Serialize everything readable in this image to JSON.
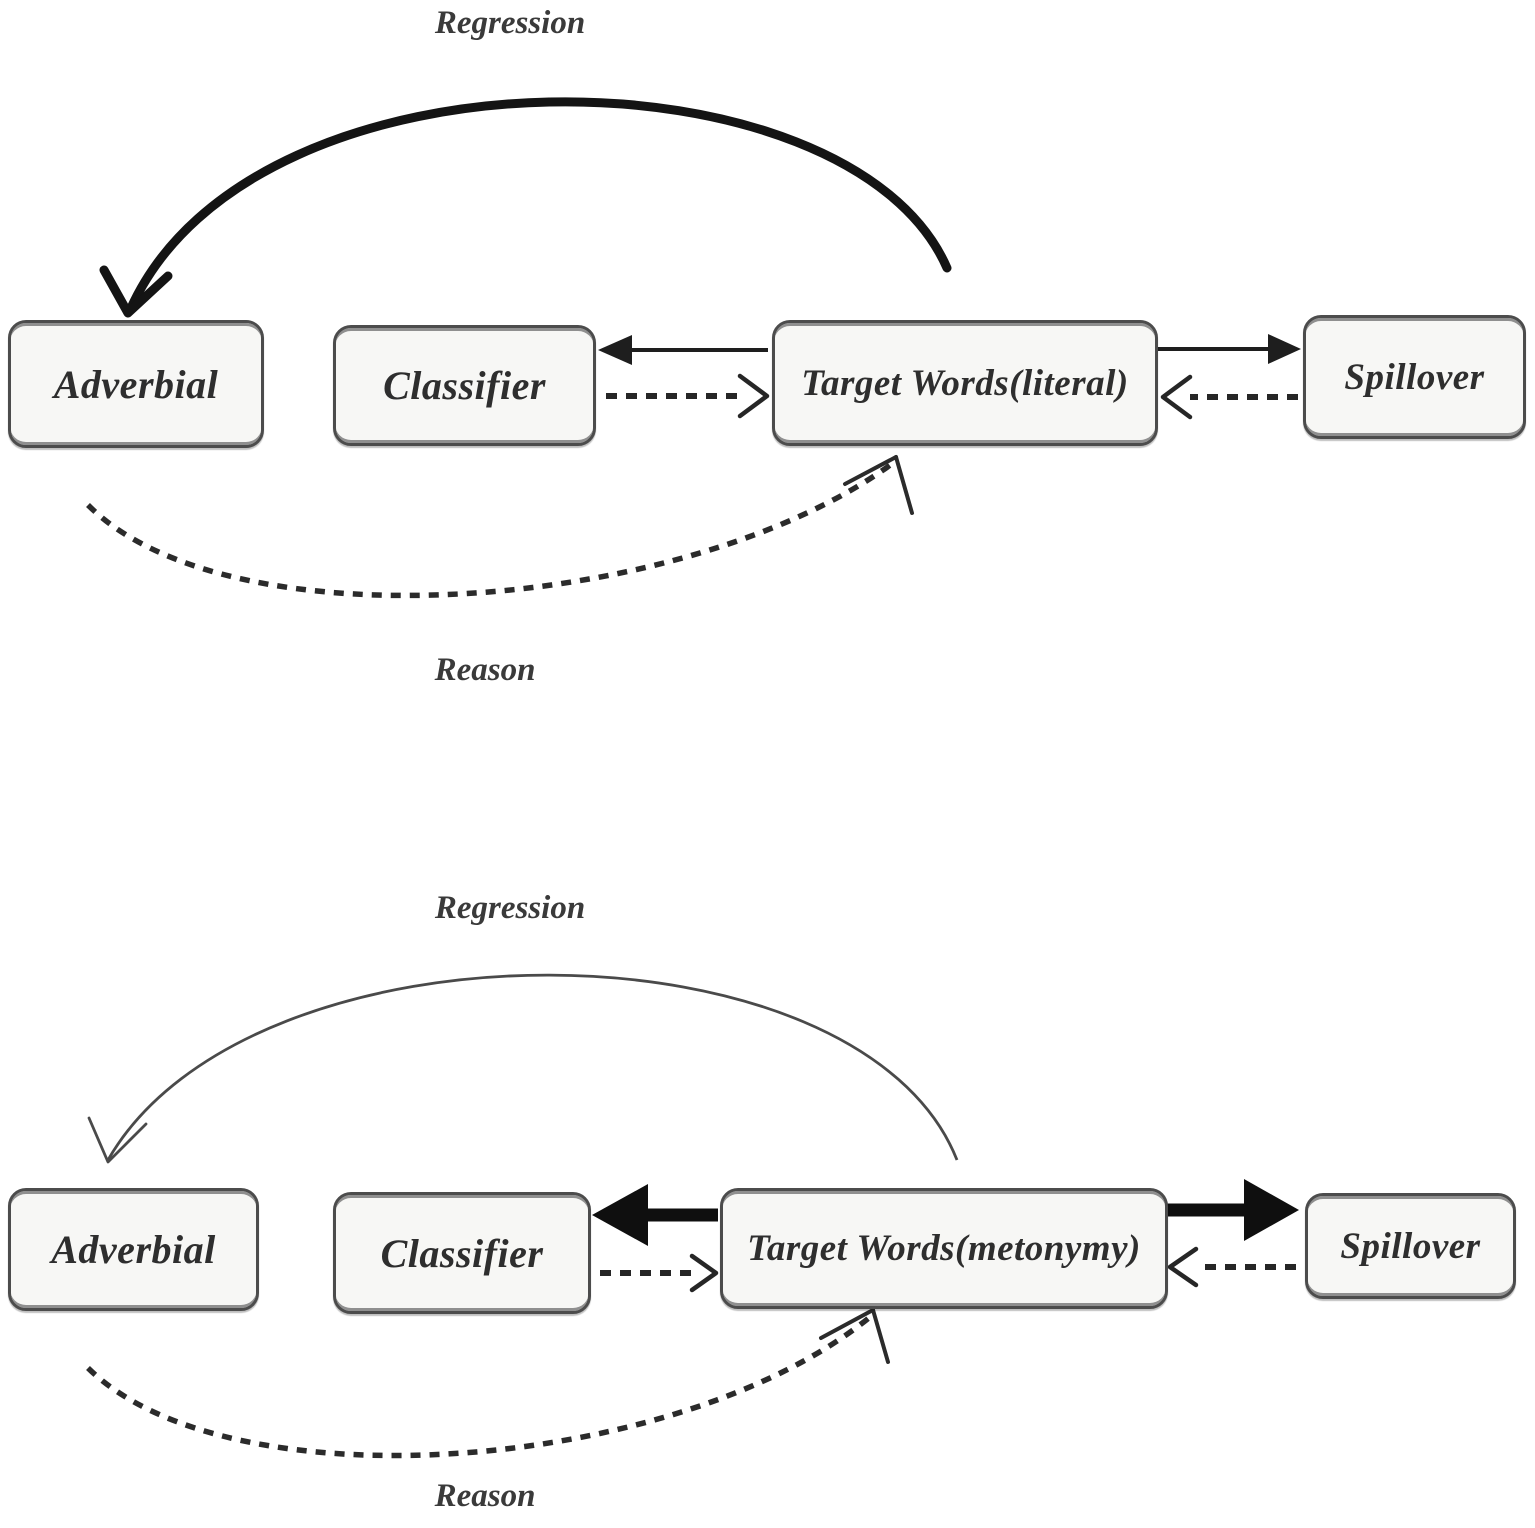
{
  "figure": {
    "description_colors": {
      "box_fill": "#f7f7f5",
      "box_border": "#4c4c4c",
      "arrow_black": "#141414",
      "arrow_gray": "#4a4a4a",
      "text": "#2e2e2e"
    },
    "diagrams": [
      {
        "id": "literal",
        "regression_label": "Regression",
        "reason_label": "Reason",
        "boxes": [
          {
            "label": "Adverbial"
          },
          {
            "label": "Classifier"
          },
          {
            "label": "Target Words(literal)"
          },
          {
            "label": "Spillover"
          }
        ]
      },
      {
        "id": "metonymy",
        "regression_label": "Regression",
        "reason_label": "Reason",
        "boxes": [
          {
            "label": "Adverbial"
          },
          {
            "label": "Classifier"
          },
          {
            "label": "Target Words(metonymy)"
          },
          {
            "label": "Spillover"
          }
        ]
      }
    ]
  }
}
